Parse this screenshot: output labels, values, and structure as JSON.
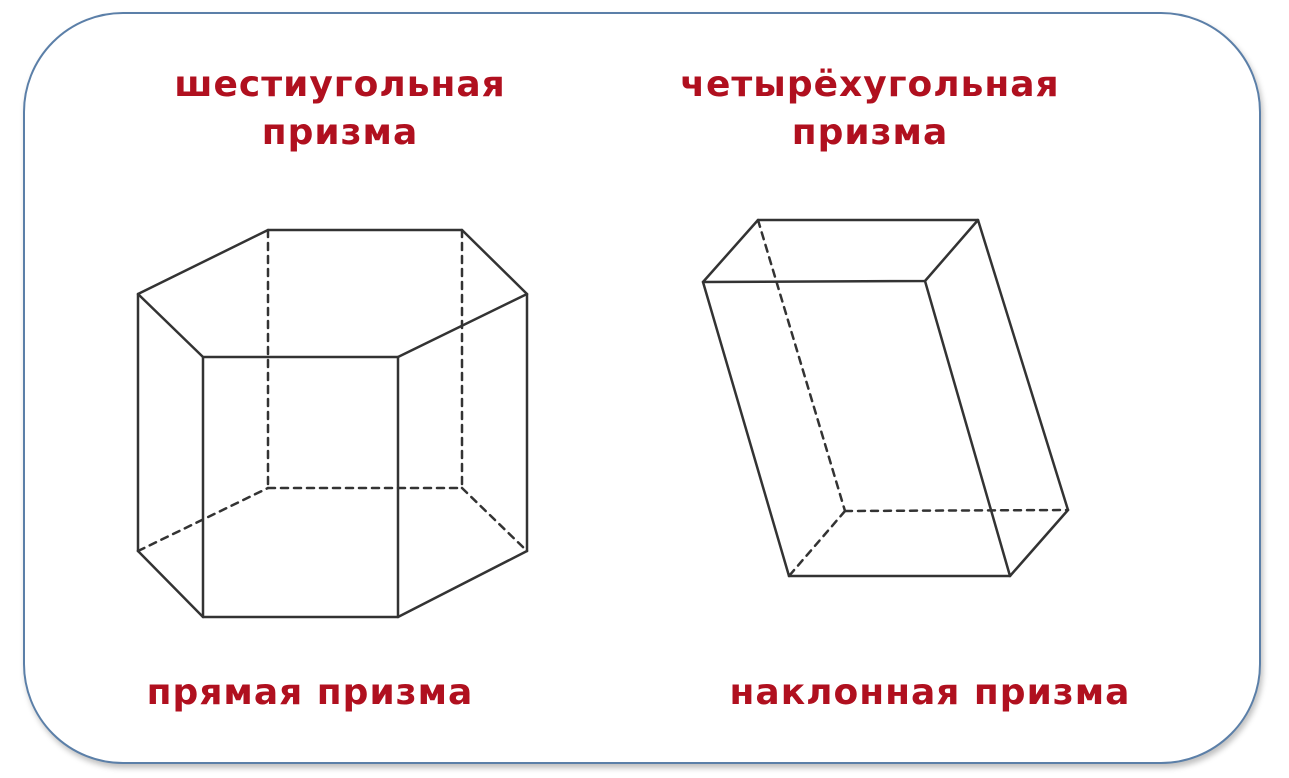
{
  "labels": {
    "hexagonal_prism_line1": "шестиугольная",
    "hexagonal_prism_line2": "призма",
    "quadrangular_prism_line1": "четырёхугольная",
    "quadrangular_prism_line2": "призма",
    "right_prism": "прямая призма",
    "oblique_prism": "наклонная призма"
  },
  "colors": {
    "label": "#b0101f",
    "frame_border": "#5b7fa8",
    "edges": "#333333"
  }
}
